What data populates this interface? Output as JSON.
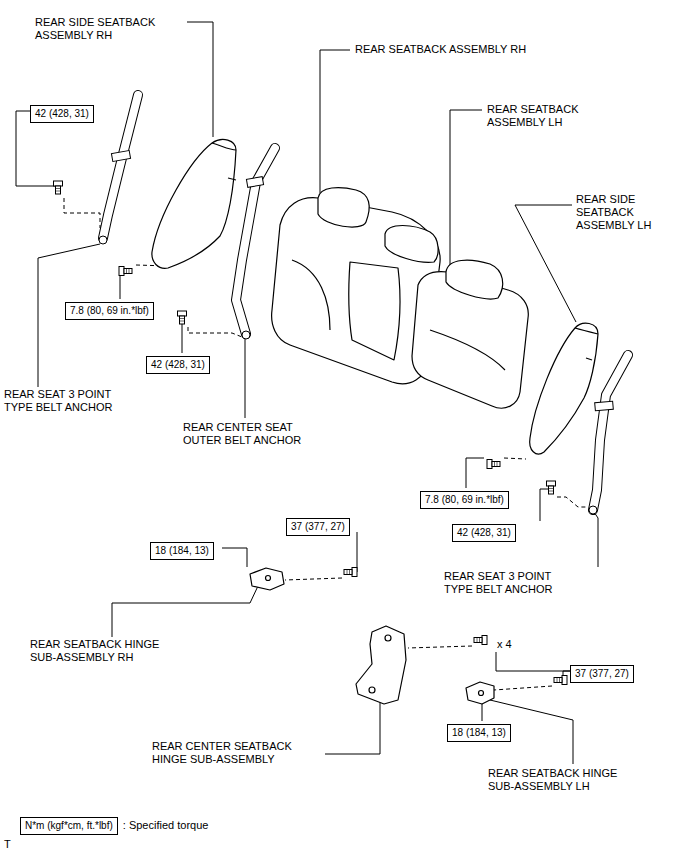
{
  "diagram": {
    "nodes": [
      {
        "text": [
          "42 (428, 31)"
        ]
      },
      {
        "text": [
          "7.8 (80, 69 in.*lbf)"
        ]
      },
      {
        "text": [
          "42 (428, 31)"
        ]
      },
      {
        "text": [
          "7.8 (80, 69 in.*lbf)"
        ]
      },
      {
        "text": [
          "37 (377, 27)"
        ]
      },
      {
        "text": [
          "42 (428, 31)"
        ]
      },
      {
        "text": [
          "18 (184, 13)"
        ]
      },
      {
        "text": [
          "37 (377, 27)"
        ]
      },
      {
        "text": [
          "18 (184, 13)"
        ]
      },
      {
        "text": [
          "N*m (kgf*cm, ft.*lbf)",
          ": Specified torque"
        ]
      }
    ],
    "labels": [
      "REAR SIDE SEATBACK ASSEMBLY RH",
      "REAR SEATBACK ASSEMBLY RH",
      "REAR SEATBACK ASSEMBLY LH",
      "REAR SIDE SEATBACK ASSEMBLY LH",
      "REAR SEAT 3 POINT TYPE BELT ANCHOR",
      "REAR CENTER SEAT OUTER BELT ANCHOR",
      "REAR SEAT 3 POINT TYPE BELT ANCHOR",
      "REAR SEATBACK HINGE SUB-ASSEMBLY RH",
      "x 4",
      "REAR CENTER SEATBACK HINGE SUB-ASSEMBLY",
      "REAR SEATBACK HINGE SUB-ASSEMBLY LH",
      "T"
    ]
  }
}
